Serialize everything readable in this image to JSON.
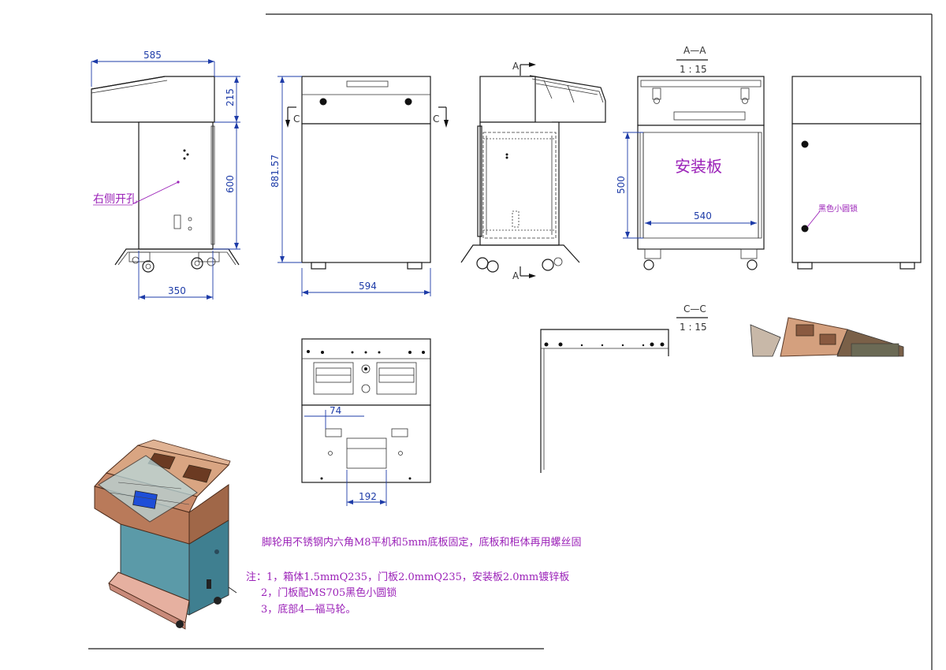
{
  "dimensions": {
    "width_585": "585",
    "height_215": "215",
    "height_600": "600",
    "width_350": "350",
    "height_881": "881.57",
    "width_594": "594",
    "height_500": "500",
    "width_540": "540",
    "width_74": "74",
    "width_192": "192"
  },
  "labels": {
    "right_side_hole": "右侧开孔",
    "mounting_plate": "安装板",
    "black_lock": "黑色小圆锁",
    "section_aa": "A—A",
    "scale_aa": "1 : 15",
    "section_cc": "C—C",
    "scale_cc": "1 : 15",
    "marker_a_top": "A",
    "marker_a_bottom": "A",
    "marker_c_left": "C",
    "marker_c_right": "C"
  },
  "notes": {
    "caster_note": "脚轮用不锈钢内六角M8平机和5mm底板固定，底板和柜体再用螺丝固",
    "note_1": "注：1，箱体1.5mmQ235，门板2.0mmQ235，安装板2.0mm镀锌板",
    "note_2": "2，门板配MS705黑色小圆锁",
    "note_3": "3，底部4—福马轮。"
  },
  "colors": {
    "dimension": "#1e3ca8",
    "annotation": "#9b22b8",
    "cabinet_body": "#5b9aa8",
    "console_top": "#c98a6a",
    "kickplate": "#e6b0a0"
  }
}
